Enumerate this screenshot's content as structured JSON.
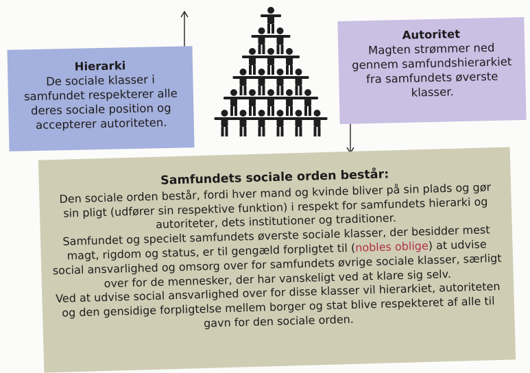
{
  "hierarki": {
    "title": "Hierarki",
    "text": "De sociale klasser i samfundet respekterer alle deres sociale position og accepterer autoriteten."
  },
  "autoritet": {
    "title": "Autoritet",
    "text": "Magten strømmer ned gennem samfundshierarkiet fra samfundets øverste klasser."
  },
  "orden": {
    "title": "Samfundets sociale orden består:",
    "p1": "Den sociale orden består, fordi hver mand og kvinde bliver på sin plads og gør sin pligt (udfører sin respektive funktion) i respekt for samfundets hierarki og autoriteter, dets institutioner og traditioner.",
    "p2a": "Samfundet og specielt samfundets øverste sociale klasser, der besidder mest magt, rigdom og status, er til gengæld forpligtet til (",
    "highlight": "nobles oblige",
    "p2b": ") at udvise social ansvarlighed og omsorg over for samfundets øvrige sociale klasser, særligt over for de mennesker, der har vanskeligt ved at klare sig selv.",
    "p3": "Ved at udvise social ansvarlighed over for disse klasser vil hierarkiet, autoriteten og den gensidige forpligtelse mellem borger og stat blive respekteret af alle til gavn for den sociale orden."
  },
  "colors": {
    "hierarki_bg": "#a4b0dd",
    "autoritet_bg": "#c9c0e4",
    "orden_bg": "#cfcdb4",
    "highlight": "#b0304a"
  },
  "icons": [
    "arrow-up-icon",
    "arrow-down-icon",
    "human-pyramid-illustration"
  ]
}
